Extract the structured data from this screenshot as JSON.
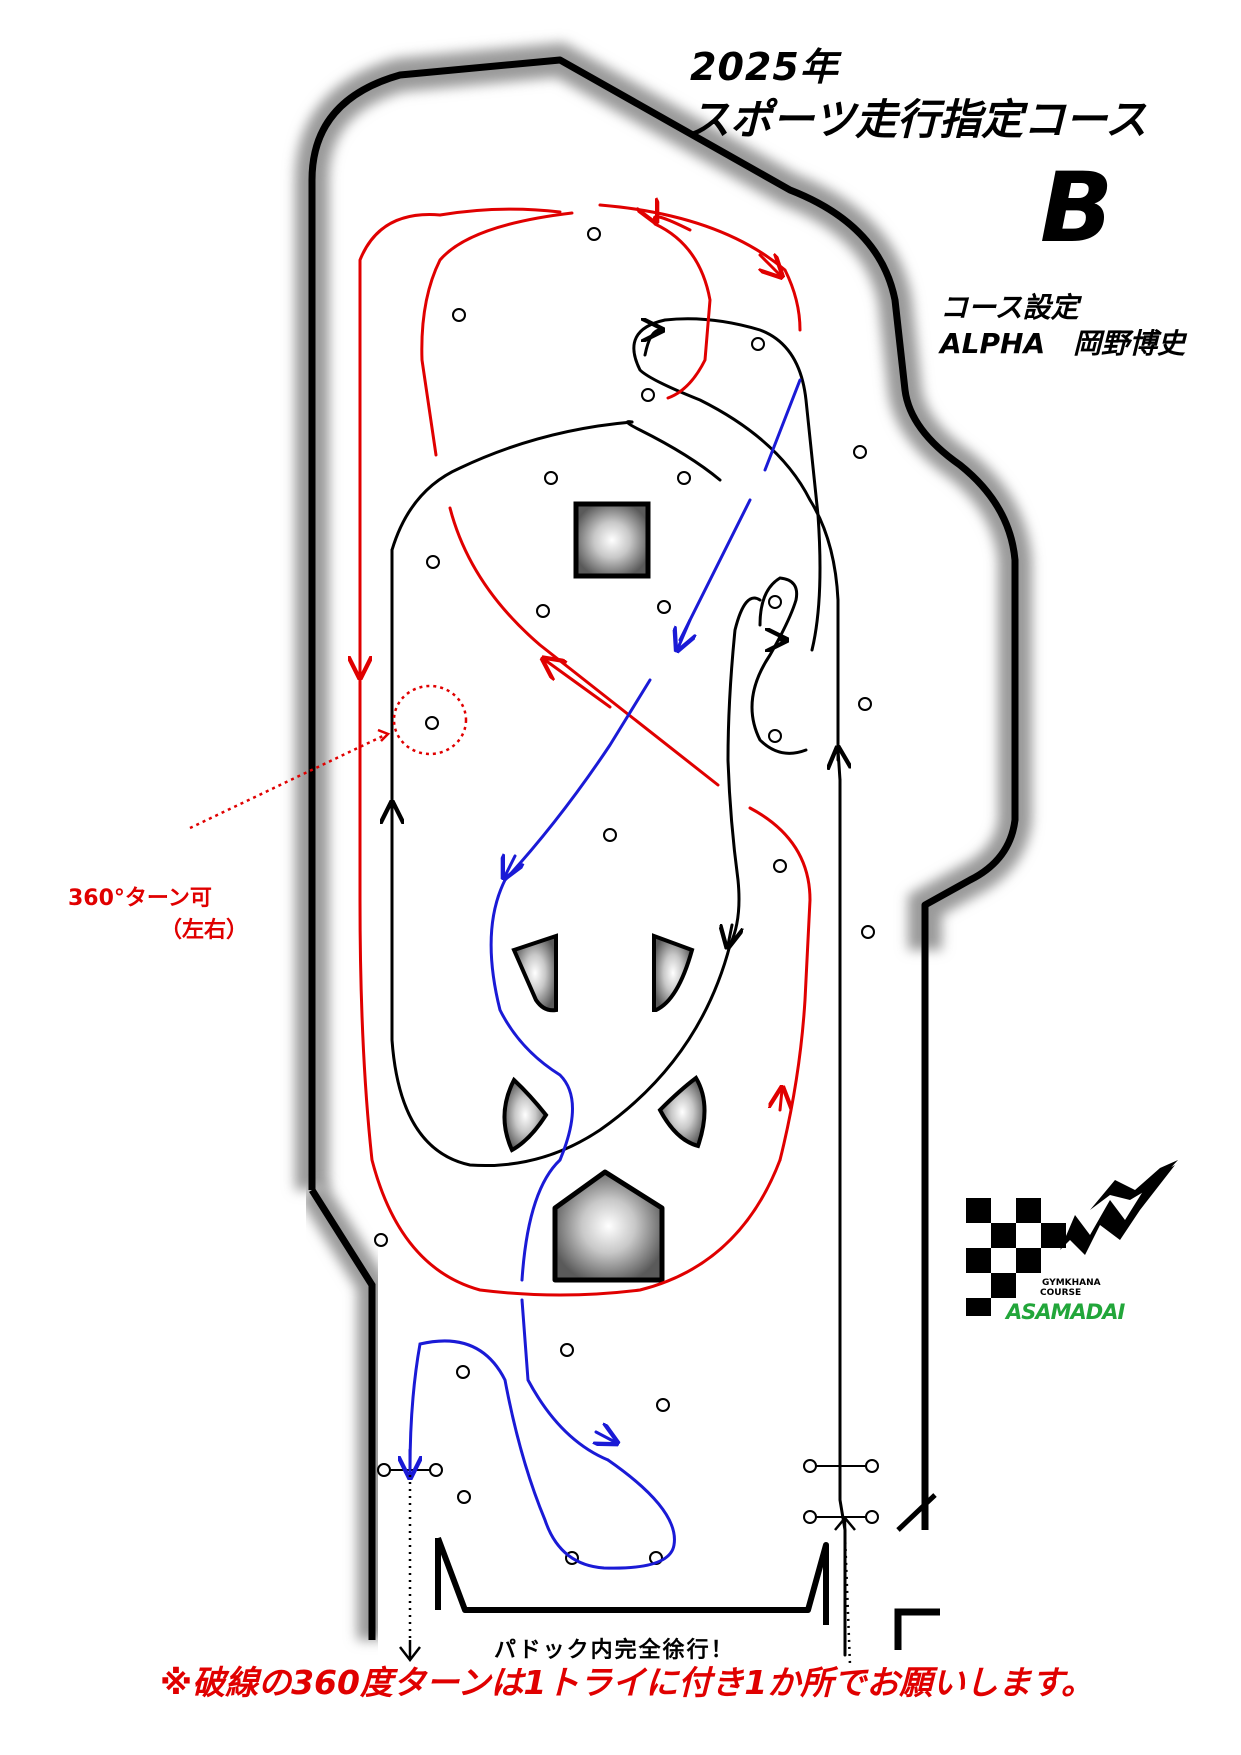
{
  "header": {
    "year": "2025年",
    "title": "スポーツ走行指定コース",
    "course_letter": "B",
    "setter_label": "コース設定",
    "setter_name": "ALPHA　岡野博史"
  },
  "notes": {
    "turn_note_line1": "360°ターン可",
    "turn_note_line2": "（左右）",
    "paddock": "パドック内完全徐行！",
    "footer": "※破線の360度ターンは1トライに付き1か所でお願いします。"
  },
  "logo": {
    "caption_line1": "GYMKHANA",
    "caption_line2": "COURSE",
    "wordmark": "ASAMADAI"
  },
  "colors": {
    "red_route": "#e00000",
    "blue_route": "#1a1ad6",
    "black_route": "#000000",
    "logo_green": "#22a63a"
  }
}
